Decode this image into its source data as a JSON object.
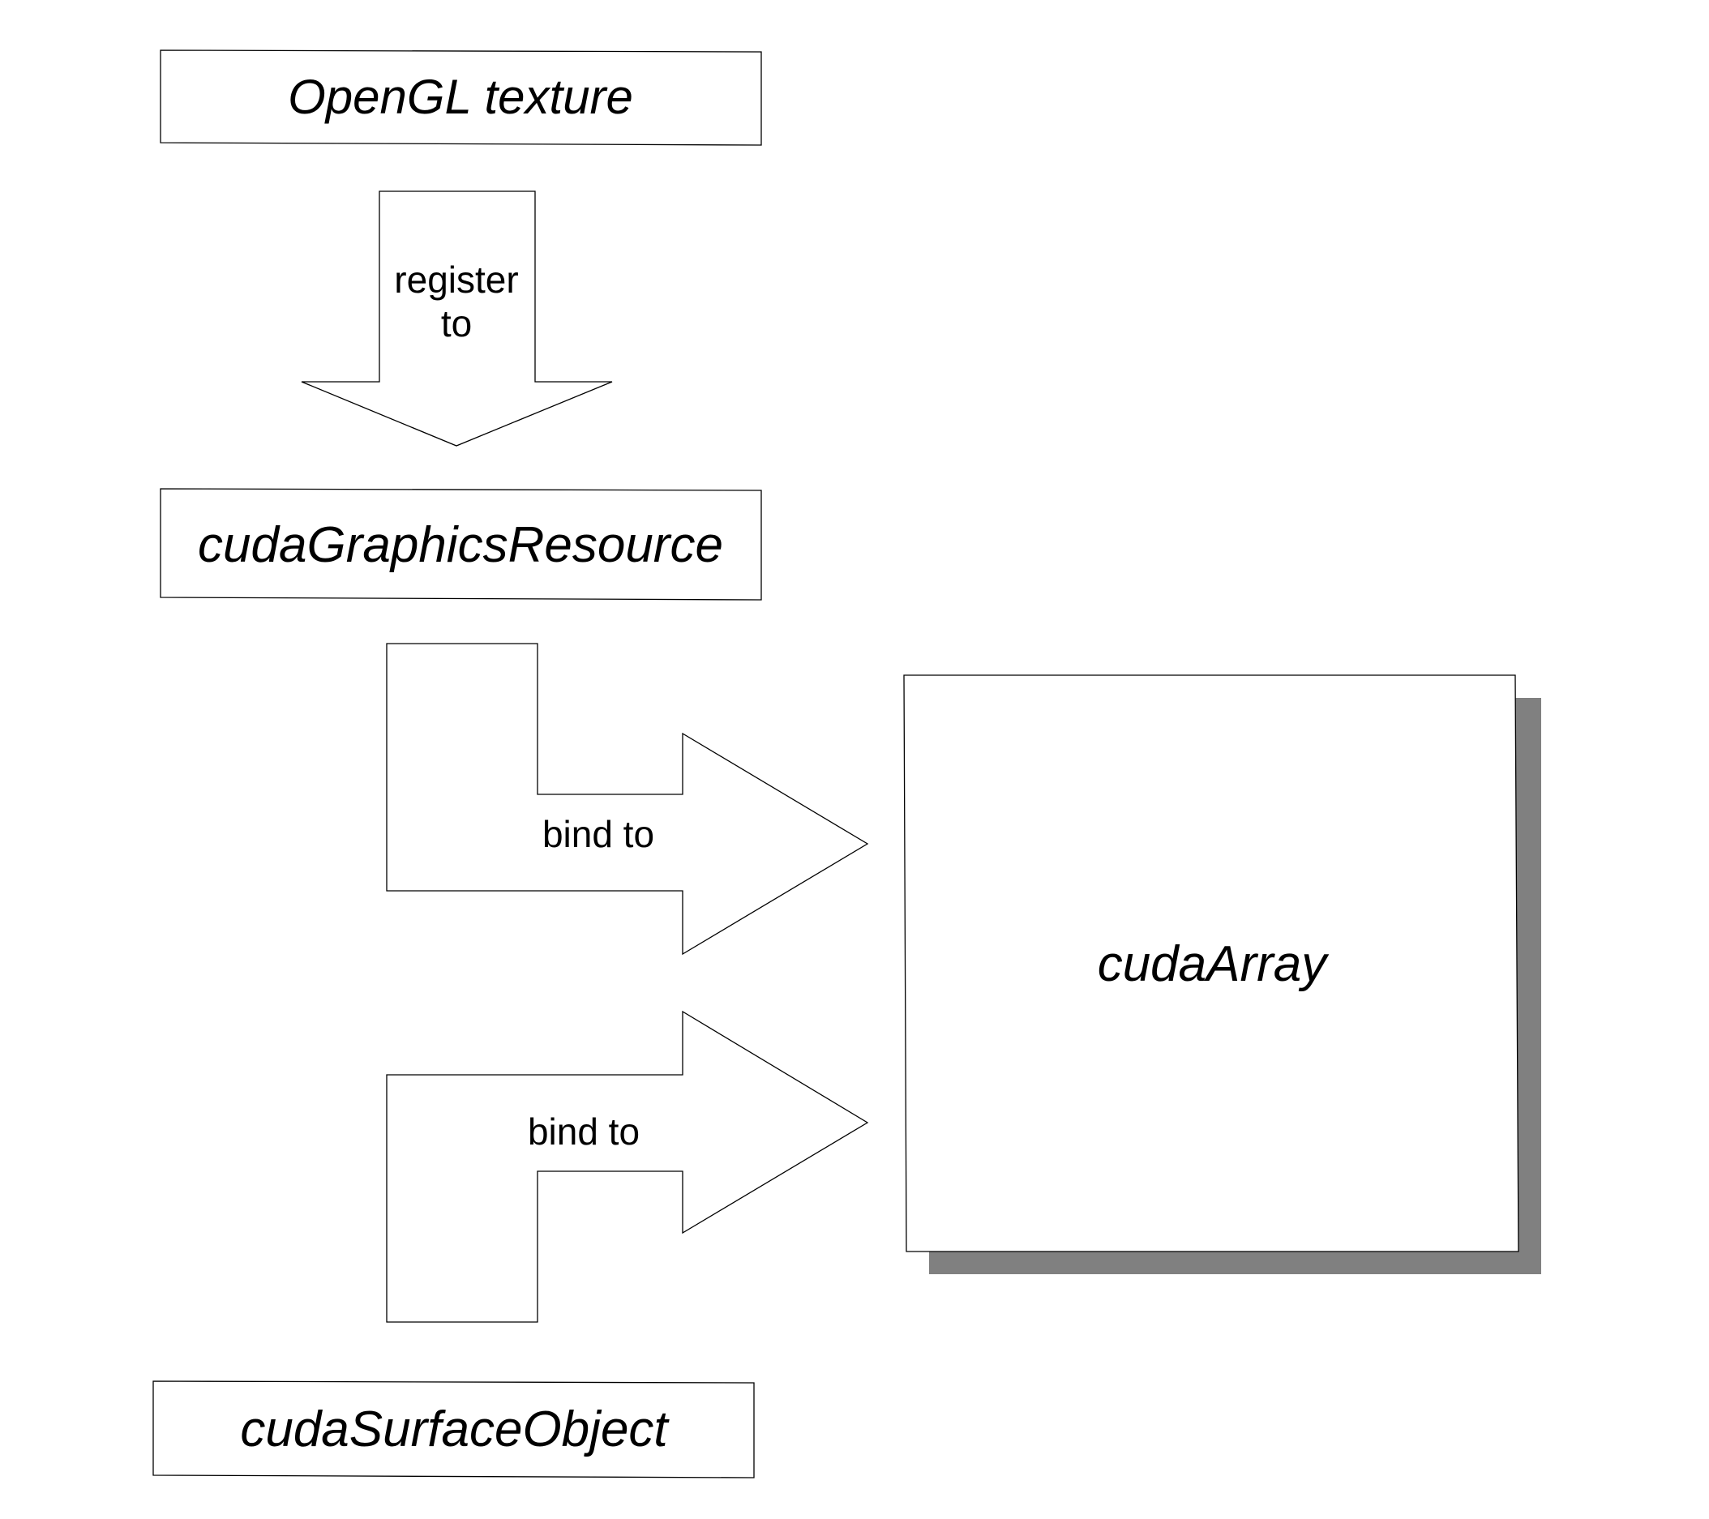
{
  "nodes": {
    "opengl_texture": "OpenGL texture",
    "cuda_graphics_resource": "cudaGraphicsResource",
    "cuda_array": "cudaArray",
    "cuda_surface_object": "cudaSurfaceObject"
  },
  "edges": {
    "register": {
      "line1": "register",
      "line2": "to"
    },
    "bind_resource_to_array": "bind to",
    "bind_surface_to_array": "bind to"
  },
  "colors": {
    "stroke": "#000000",
    "fill": "#ffffff",
    "shadow": "#808080",
    "text": "#000000"
  }
}
